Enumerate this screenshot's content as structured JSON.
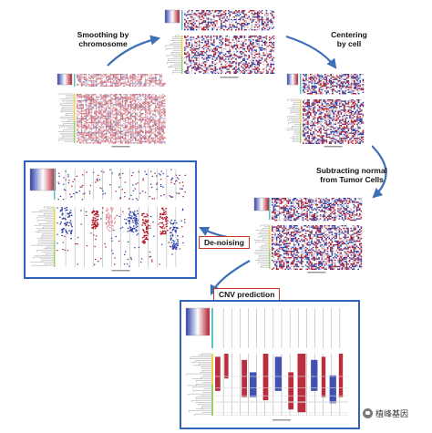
{
  "steps": {
    "smoothing": "Smoothing by\nchromosome",
    "centering": "Centering\nby cell",
    "subtracting": "Subtracting normal\nfrom Tumor Cells",
    "denoising": "De-noising",
    "cnv": "CNV prediction"
  },
  "colors": {
    "arrow": "#3d6fb6",
    "frame": "#2f63b8",
    "label_box": "#c0392b",
    "heat_red": "#b2182b",
    "heat_blue": "#2c3fa8",
    "ref_bar": "#5bc0c8",
    "ann_bar": "#e8d44d"
  },
  "watermark": {
    "icon": "wechat-icon",
    "text": "植峰基因"
  }
}
